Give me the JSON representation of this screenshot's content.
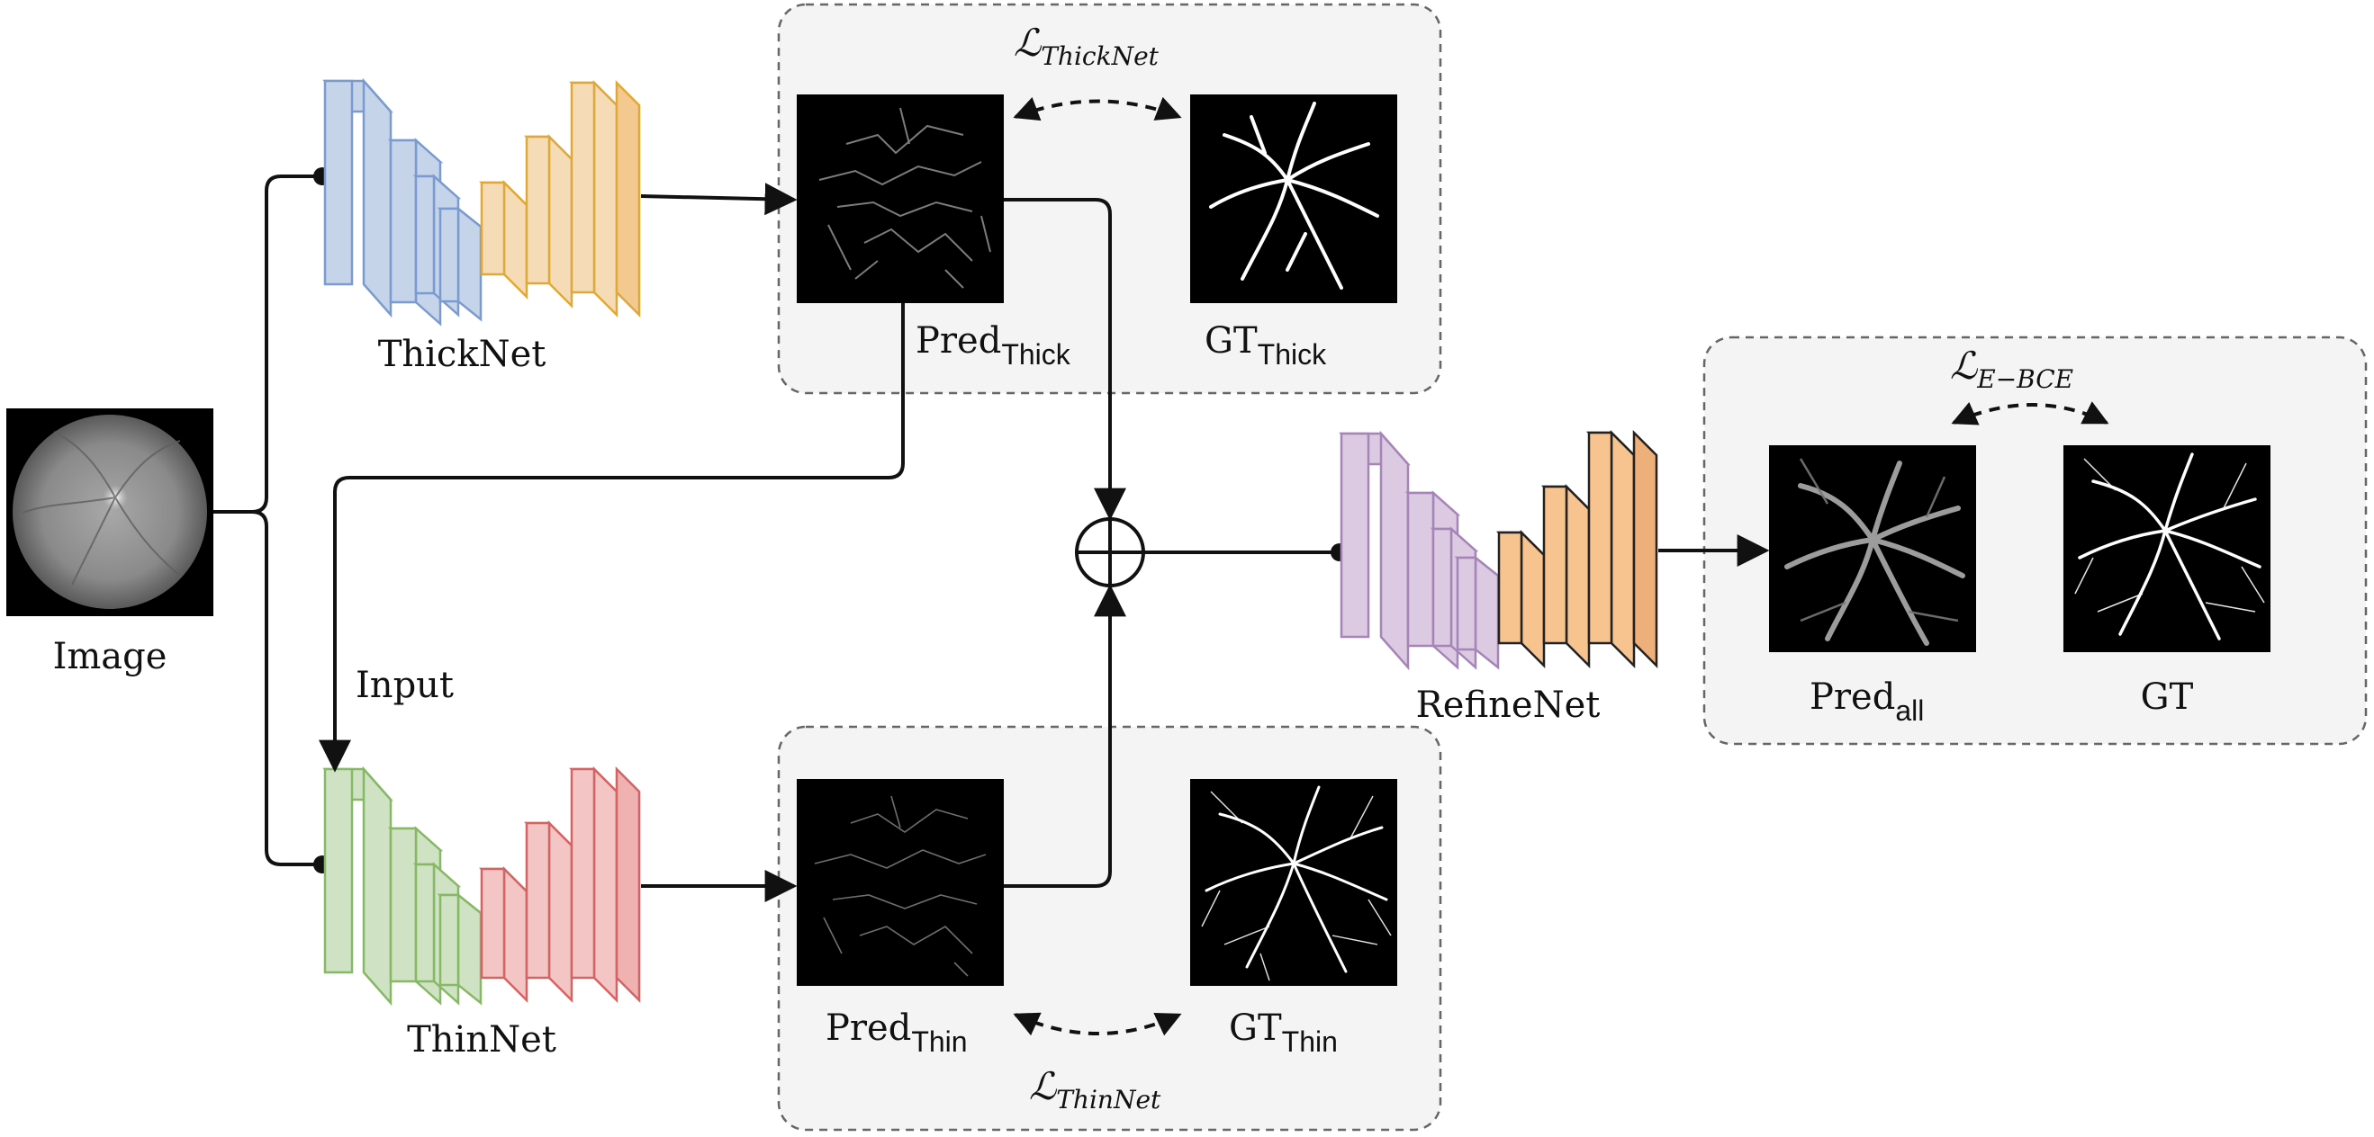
{
  "labels": {
    "image": "Image",
    "input": "Input",
    "thicknet": "ThickNet",
    "thinnet": "ThinNet",
    "refinenet": "RefineNet",
    "pred_thick_main": "Pred",
    "pred_thick_sub": "Thick",
    "gt_thick_main": "GT",
    "gt_thick_sub": "Thick",
    "pred_thin_main": "Pred",
    "pred_thin_sub": "Thin",
    "gt_thin_main": "GT",
    "gt_thin_sub": "Thin",
    "pred_all_main": "Pred",
    "pred_all_sub": "all",
    "gt": "GT"
  },
  "losses": {
    "thick": {
      "symbol": "ℒ",
      "sub": "ThickNet"
    },
    "thin": {
      "symbol": "ℒ",
      "sub": "ThinNet"
    },
    "ebce": {
      "symbol": "ℒ",
      "sub": "E−BCE"
    }
  },
  "colors": {
    "thicknet_encoder": "#c6d4ea",
    "thicknet_encoder_stroke": "#7b9bd0",
    "thicknet_decoder": "#f6dcb6",
    "thicknet_decoder_stroke": "#e0a838",
    "thinnet_encoder": "#cfe3c4",
    "thinnet_encoder_stroke": "#86b865",
    "thinnet_decoder": "#f3c5c5",
    "thinnet_decoder_stroke": "#d46363",
    "refinenet_encoder": "#dcc9e2",
    "refinenet_encoder_stroke": "#a585b8",
    "refinenet_decoder": "#f7c48f",
    "refinenet_decoder_stroke": "#222222",
    "panel_fill": "#f4f4f4",
    "panel_stroke": "#666666"
  }
}
